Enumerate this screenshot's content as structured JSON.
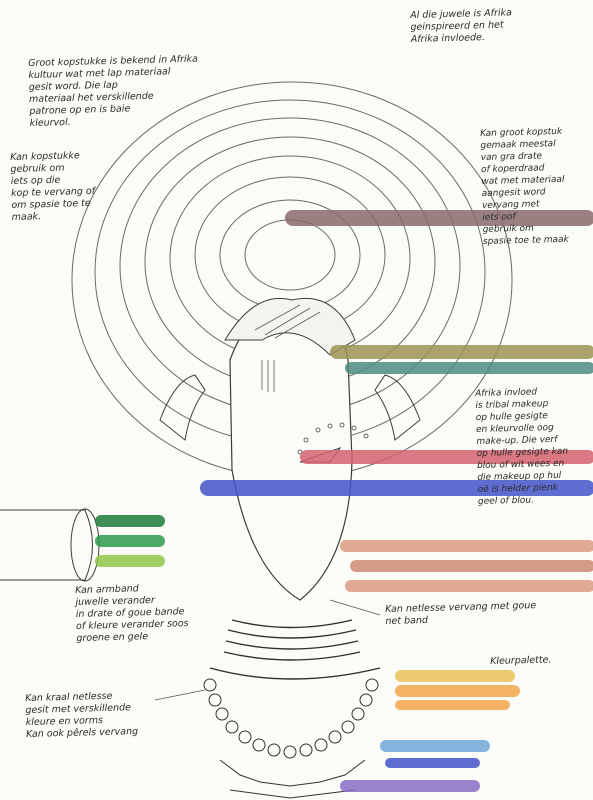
{
  "notes": {
    "africa_jewelry": "Al die juwele is Afrika\ngeinspireerd en het\nAfrika invloede.",
    "headpiece_fabric": "Groot kopstukke is bekend in Afrika\nkultuur wat met lap materiaal\ngesit word. Die lap\nmateriaal het verskillende\npatrone op en is baie\nkleurvol.",
    "headpiece_replace": "Kan kopstukke\ngebruik om\niets op die\nkop te vervang of\nom spasie toe te\nmaak.",
    "headpiece_metal": "Kan groot kopstuk\ngemaak meestal\nvan gra drate\nof koperdraad\nwat met materiaal\naangesit word\nvervang met\niets oof\ngebruik om\nspasie toe te maak",
    "makeup": "Afrika invloed\nis tribal makeup\nop hulle gesigte\nen kleurvolle oog\nmake-up. Die verf\nop hulle gesigte kan\nblou of wit wees en\ndie makeup op hul\noë is helder pienk\ngeel of blou.",
    "bracelet": "Kan armband\njuwelle verander\nin drate of goue bande\nof kleure verander soos\ngroene en gele",
    "necklace_band": "Kan netlesse vervang met goue\nnet band",
    "beaded_necklace": "Kan kraal netlesse\ngesit met verskillende\nkleure en vorms\nKan ook pêrels vervang",
    "palette_label": "Kleurpalette."
  },
  "colors": {
    "mauve": "#8a6a6c",
    "olive": "#9c9256",
    "teal": "#4f8c80",
    "pink": "#d4606e",
    "blue": "#4453c9",
    "peach": "#d99a80",
    "peach2": "#cc8b73",
    "green_dark": "#1d7a3a",
    "green_mid": "#2e9a4c",
    "green_light": "#8fc84a",
    "yellow": "#e9c15a",
    "orange": "#f2a64a",
    "light_blue": "#6fa6d8",
    "purple": "#8a6fc6"
  }
}
